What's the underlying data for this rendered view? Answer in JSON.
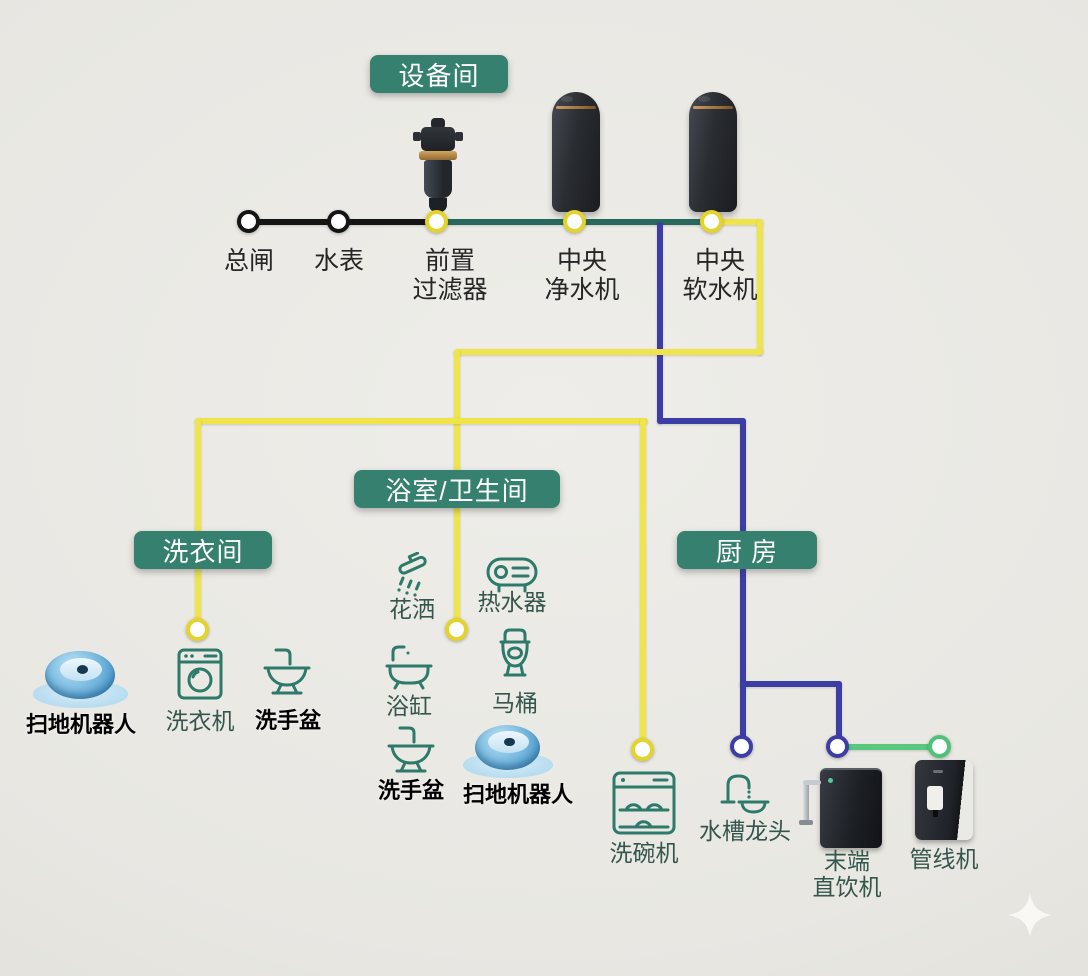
{
  "colors": {
    "background": "#e9e8e3",
    "room_label_bg": "#35806f",
    "line_black": "#151515",
    "line_teal": "#27695c",
    "line_yellow": "#efe44a",
    "line_blue": "#3c3ea6",
    "line_green": "#58c87f",
    "icon_teal": "#2e7a6a"
  },
  "rooms": {
    "equipment": "设备间",
    "laundry": "洗衣间",
    "bathroom": "浴室/卫生间",
    "kitchen": "厨 房"
  },
  "mainline": {
    "nodes": [
      {
        "label": "总闸"
      },
      {
        "label": "水表"
      },
      {
        "label": "前置\n过滤器"
      },
      {
        "label": "中央\n净水机"
      },
      {
        "label": "中央\n软水机"
      }
    ]
  },
  "appliances": {
    "laundry": {
      "robot_vacuum": "扫地机器人",
      "washing_machine": "洗衣机",
      "wash_basin": "洗手盆"
    },
    "bathroom": {
      "shower": "花洒",
      "water_heater": "热水器",
      "bathtub": "浴缸",
      "toilet": "马桶",
      "wash_basin": "洗手盆",
      "robot_vacuum": "扫地机器人"
    },
    "dishwasher": "洗碗机",
    "kitchen": {
      "sink_faucet": "水槽龙头",
      "countertop_purifier": "末端\n直饮机",
      "pipeline_dispenser": "管线机"
    }
  }
}
